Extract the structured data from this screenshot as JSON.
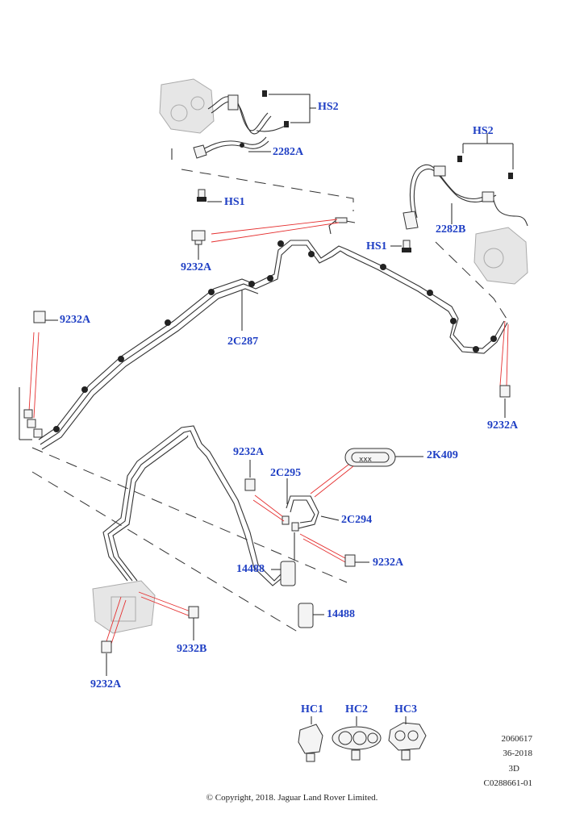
{
  "labels": {
    "hs2_top": "HS2",
    "l2282a": "2282A",
    "hs1_top": "HS1",
    "hs2_right": "HS2",
    "l2282b": "2282B",
    "hs1_right": "HS1",
    "l9232a_1": "9232A",
    "l9232a_2": "9232A",
    "l2c287": "2C287",
    "l9232a_3": "9232A",
    "l9232a_4": "9232A",
    "l2c295": "2C295",
    "l2k409": "2K409",
    "l2c294": "2C294",
    "l9232a_5": "9232A",
    "l14488_1": "14488",
    "l14488_2": "14488",
    "l9232b": "9232B",
    "l9232a_6": "9232A",
    "hc1": "HC1",
    "hc2": "HC2",
    "hc3": "HC3"
  },
  "reference": {
    "line1": "2060617",
    "line2": "36-2018",
    "line3": "3D",
    "line4": "C0288661-01"
  },
  "copyright": "© Copyright, 2018. Jaguar Land Rover Limited.",
  "colors": {
    "callout": "#1f3fc4",
    "leader_red": "#e53030",
    "line": "#222222"
  }
}
